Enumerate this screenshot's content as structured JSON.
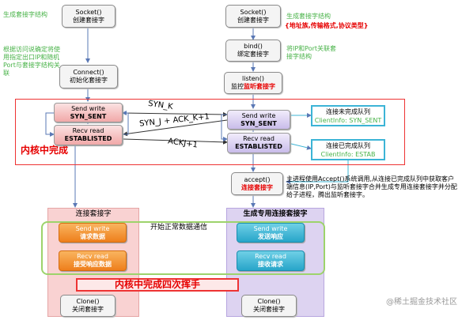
{
  "client": {
    "socket": {
      "title": "Socket()",
      "desc": "创建套接字"
    },
    "note_socket": "生成套接字结构",
    "note_connect": "根据访问说确定将使用指定出口IP和随机Port与套接字结构关联",
    "connect": {
      "title": "Connect()",
      "desc": "初始化套接字"
    }
  },
  "server": {
    "socket": {
      "title": "Socket()",
      "desc": "创建套接字"
    },
    "note_socket": "生成套接字结构",
    "note_socket_sub": "{地址族,传输格式,协议类型}",
    "bind": {
      "title": "bind()",
      "desc": "绑定套接字"
    },
    "note_bind": "将IP和Port关联套接字结构",
    "listen": {
      "title": "listen()",
      "desc_prefix": "监控",
      "desc_highlight": "监听套接字"
    }
  },
  "kernel": {
    "label": "内核中完成",
    "client_send": {
      "line1": "Send write",
      "line2": "SYN_SENT"
    },
    "client_recv": {
      "line1": "Recv read",
      "line2": "ESTABLISTED"
    },
    "server_send": {
      "line1": "Send write",
      "line2": "SYN_SENT"
    },
    "server_recv": {
      "line1": "Recv read",
      "line2": "ESTABLISTED"
    },
    "arrow_syn": "SYN_K",
    "arrow_synack": "SYN_J + ACK_K+1",
    "arrow_ack": "ACKJ+1"
  },
  "queues": {
    "incomplete": {
      "title": "连接未完成队列",
      "info": "ClientInfo: SYN_SENT"
    },
    "complete": {
      "title": "连接已完成队列",
      "info": "ClientInfo: ESTAB"
    }
  },
  "accept": {
    "title": "accept()",
    "desc": "连接套接字",
    "note": "主进程使用Accept()系统调用,从连接已完成队列中获取客户端信息(IP,Port)与监听套接字合并生成专用连接套接字并分配给子进程，腾出监听套接字。"
  },
  "client_panel": {
    "title": "连接套接字",
    "send": {
      "line1": "Send write",
      "line2": "请求数据"
    },
    "recv": {
      "line1": "Recv read",
      "line2": "接受响应数据"
    }
  },
  "server_panel": {
    "title": "生成专用连接套接字",
    "send": {
      "line1": "Send write",
      "line2": "发送响应"
    },
    "recv": {
      "line1": "Recv read",
      "line2": "接收请求"
    }
  },
  "data_comm": "开始正常数据通信",
  "close_label": "内核中完成四次挥手",
  "client_close": {
    "title": "Clone()",
    "desc": "关闭套接字"
  },
  "server_close": {
    "title": "Clone()",
    "desc": "关闭套接字"
  },
  "watermark": "@稀土掘金技术社区"
}
